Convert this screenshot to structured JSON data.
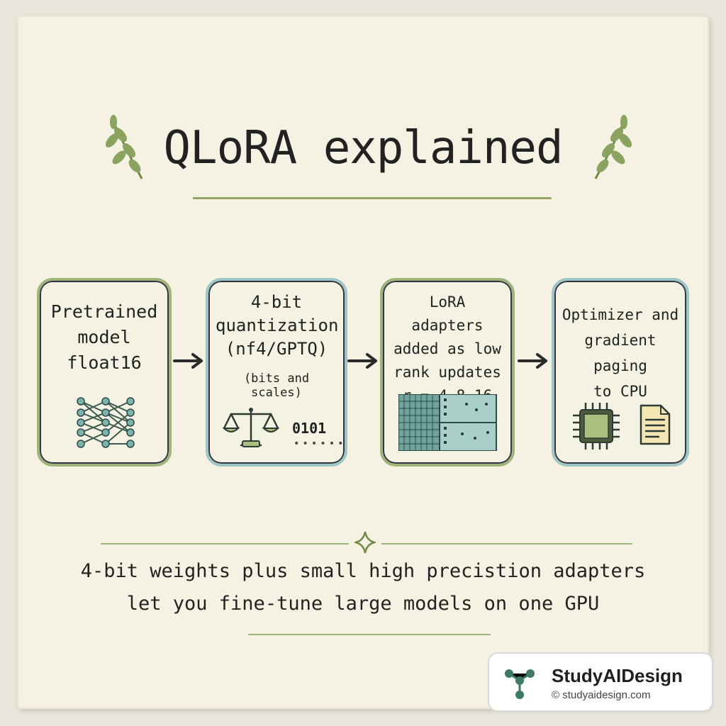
{
  "title": "QLoRA explained",
  "steps": [
    {
      "lines": [
        "Pretrained",
        "model",
        "float16"
      ],
      "icon": "neural-network-icon"
    },
    {
      "lines": [
        "4-bit",
        "quantization",
        "(nf4/GPTQ)"
      ],
      "note": "(bits and scales)",
      "icon": "balance-scale-icon",
      "bits": "0101"
    },
    {
      "lines": [
        "LoRA adapters",
        "added as low",
        "rank updates",
        "r = 4 8 16"
      ],
      "icon": "adapter-matrix-icon"
    },
    {
      "lines": [
        "Optimizer and",
        "gradient paging",
        "to CPU"
      ],
      "icon": "cpu-chip-icon"
    }
  ],
  "caption": {
    "line1": "4-bit weights plus small high precistion adapters",
    "line2": "let you fine-tune large models on one GPU"
  },
  "brand": {
    "name": "StudyAIDesign",
    "url": "© studyaidesign.com"
  },
  "colors": {
    "green": "#9db47a",
    "teal": "#9ec6c4",
    "paper": "#f6f2e3",
    "ink": "#222222"
  }
}
